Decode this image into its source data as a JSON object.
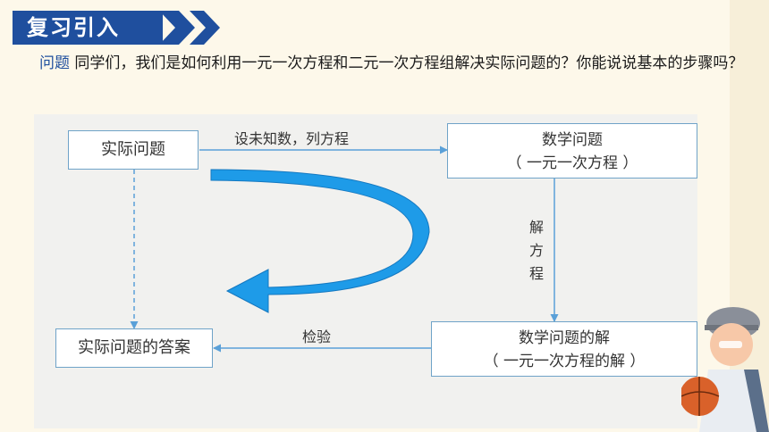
{
  "header": {
    "title": "复习引入"
  },
  "question": {
    "label": "问题",
    "text": " 同学们，我们是如何利用一元一次方程和二元一次方程组解决实际问题的？你能说说基本的步骤吗？"
  },
  "flowchart": {
    "nodes": {
      "real_problem": "实际问题",
      "math_problem": "数学问题",
      "math_problem_note": "（ 一元一次方程 ）",
      "math_solution": "数学问题的解",
      "math_solution_note": "（ 一元一次方程的解 ）",
      "real_answer": "实际问题的答案"
    },
    "edges": {
      "set_unknown": "设未知数，列方程",
      "solve_equation": "解方程",
      "verify": "检验"
    }
  },
  "colors": {
    "banner": "#1f4f9e",
    "question_label": "#1f4f9e",
    "box_border": "#6fa3c8",
    "connector": "#5aa0d8",
    "curved_arrow": "#1e9be8"
  }
}
